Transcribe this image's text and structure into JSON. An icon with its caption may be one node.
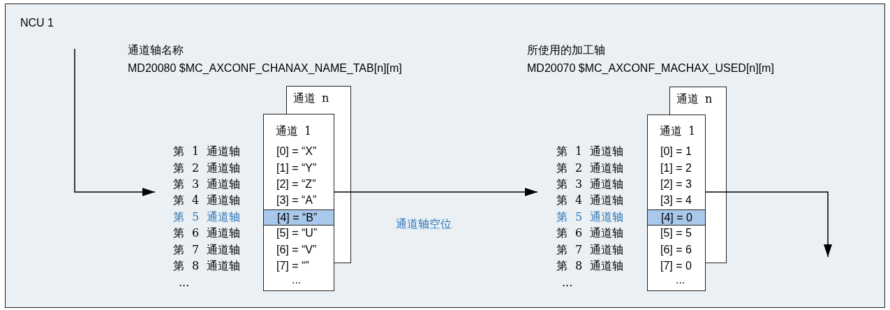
{
  "diagram": {
    "nodes": [
      {
        "text": [
          "NCU 1"
        ]
      },
      {
        "text": [
          "第 1 通道轴",
          "第 2 通道轴",
          "第 3 通道轴",
          "第 4 通道轴",
          "第 5 通道轴",
          "第 6 通道轴",
          "第 7 通道轴",
          "第 8 通道轴",
          "..."
        ],
        "in": 0
      },
      {
        "text": [
          "通道 n"
        ],
        "in": 0
      },
      {
        "text": [
          "通道 1",
          "[0] = “X”",
          "[1] = “Y”",
          "[2] = “Z”",
          "[3] = “A”",
          "[5] = “U”",
          "[6] = “V”",
          "[7] = “”",
          "..."
        ],
        "in": 0
      },
      {
        "text": [
          "[4] = “B”"
        ],
        "in": 3
      },
      {
        "text": [
          "第 1 通道轴",
          "第 2 通道轴",
          "第 3 通道轴",
          "第 4 通道轴",
          "第 5 通道轴",
          "第 6 通道轴",
          "第 7 通道轴",
          "第 8 通道轴",
          "..."
        ],
        "in": 0
      },
      {
        "text": [
          "通道 n"
        ],
        "in": 0
      },
      {
        "text": [
          "通道 1",
          "[0] = 1",
          "[1] = 2",
          "[2] = 3",
          "[3] = 4",
          "[5] = 5",
          "[6] = 6",
          "[7] = 0",
          "..."
        ],
        "in": 0
      },
      {
        "text": [
          "[4] = 0"
        ],
        "in": 7
      }
    ],
    "edges": [
      {
        "from": null,
        "to": 1,
        "arrow": "to"
      },
      {
        "from": 3,
        "to": 5,
        "arrow": "to",
        "label": "通道轴空位"
      },
      {
        "from": 7,
        "to": null,
        "arrow": "to"
      }
    ],
    "labels": [
      "通道轴名称",
      "MD20080 $MC_AXCONF_CHANAX_NAME_TAB[n][m]",
      "所使用的加工轴",
      "MD20070 $MC_AXCONF_MACHAX_USED[n][m]"
    ]
  }
}
